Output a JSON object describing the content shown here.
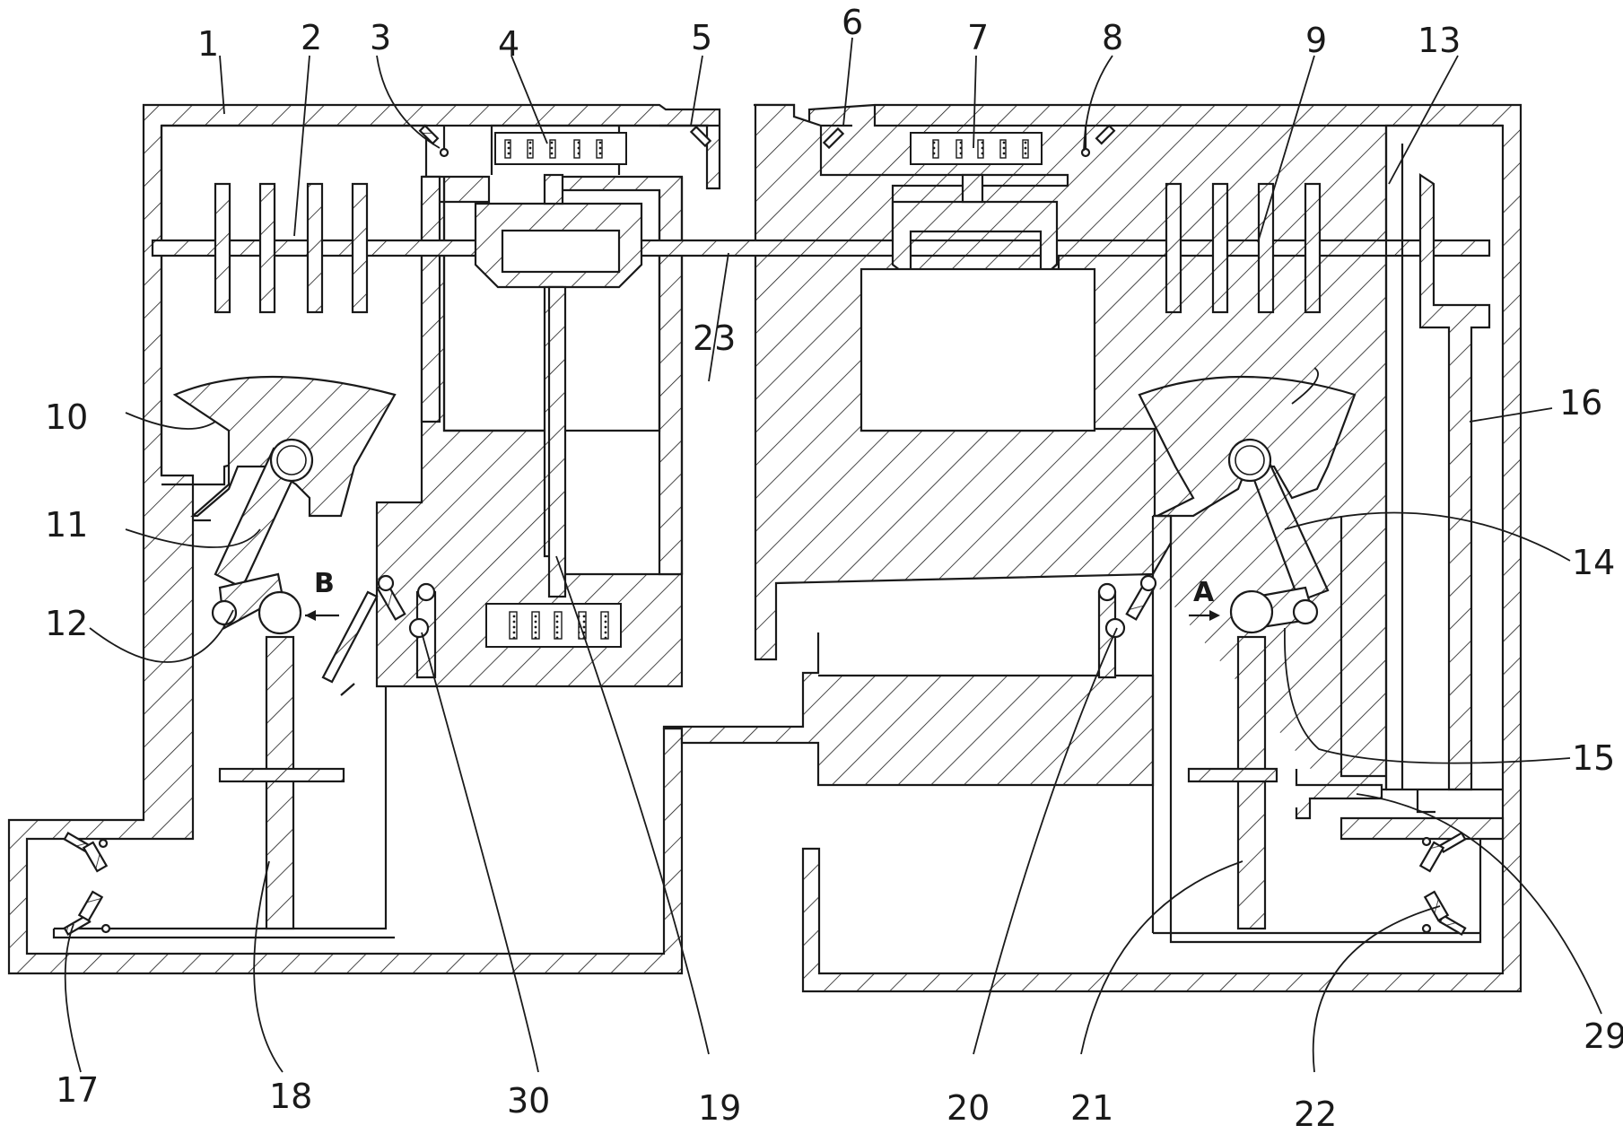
{
  "labels": [
    {
      "id": "1",
      "text": "1"
    },
    {
      "id": "2",
      "text": "2"
    },
    {
      "id": "3",
      "text": "3"
    },
    {
      "id": "4",
      "text": "4"
    },
    {
      "id": "5",
      "text": "5"
    },
    {
      "id": "6",
      "text": "6"
    },
    {
      "id": "7",
      "text": "7"
    },
    {
      "id": "8",
      "text": "8"
    },
    {
      "id": "9",
      "text": "9"
    },
    {
      "id": "13",
      "text": "13"
    },
    {
      "id": "10",
      "text": "10"
    },
    {
      "id": "16",
      "text": "16"
    },
    {
      "id": "11",
      "text": "11"
    },
    {
      "id": "14",
      "text": "14"
    },
    {
      "id": "12",
      "text": "12"
    },
    {
      "id": "15",
      "text": "15"
    },
    {
      "id": "23",
      "text": "23"
    },
    {
      "id": "17",
      "text": "17"
    },
    {
      "id": "18",
      "text": "18"
    },
    {
      "id": "30",
      "text": "30"
    },
    {
      "id": "19",
      "text": "19"
    },
    {
      "id": "20",
      "text": "20"
    },
    {
      "id": "21",
      "text": "21"
    },
    {
      "id": "22",
      "text": "22"
    },
    {
      "id": "29",
      "text": "29"
    }
  ],
  "section_markers": {
    "A": "A",
    "B": "B"
  }
}
